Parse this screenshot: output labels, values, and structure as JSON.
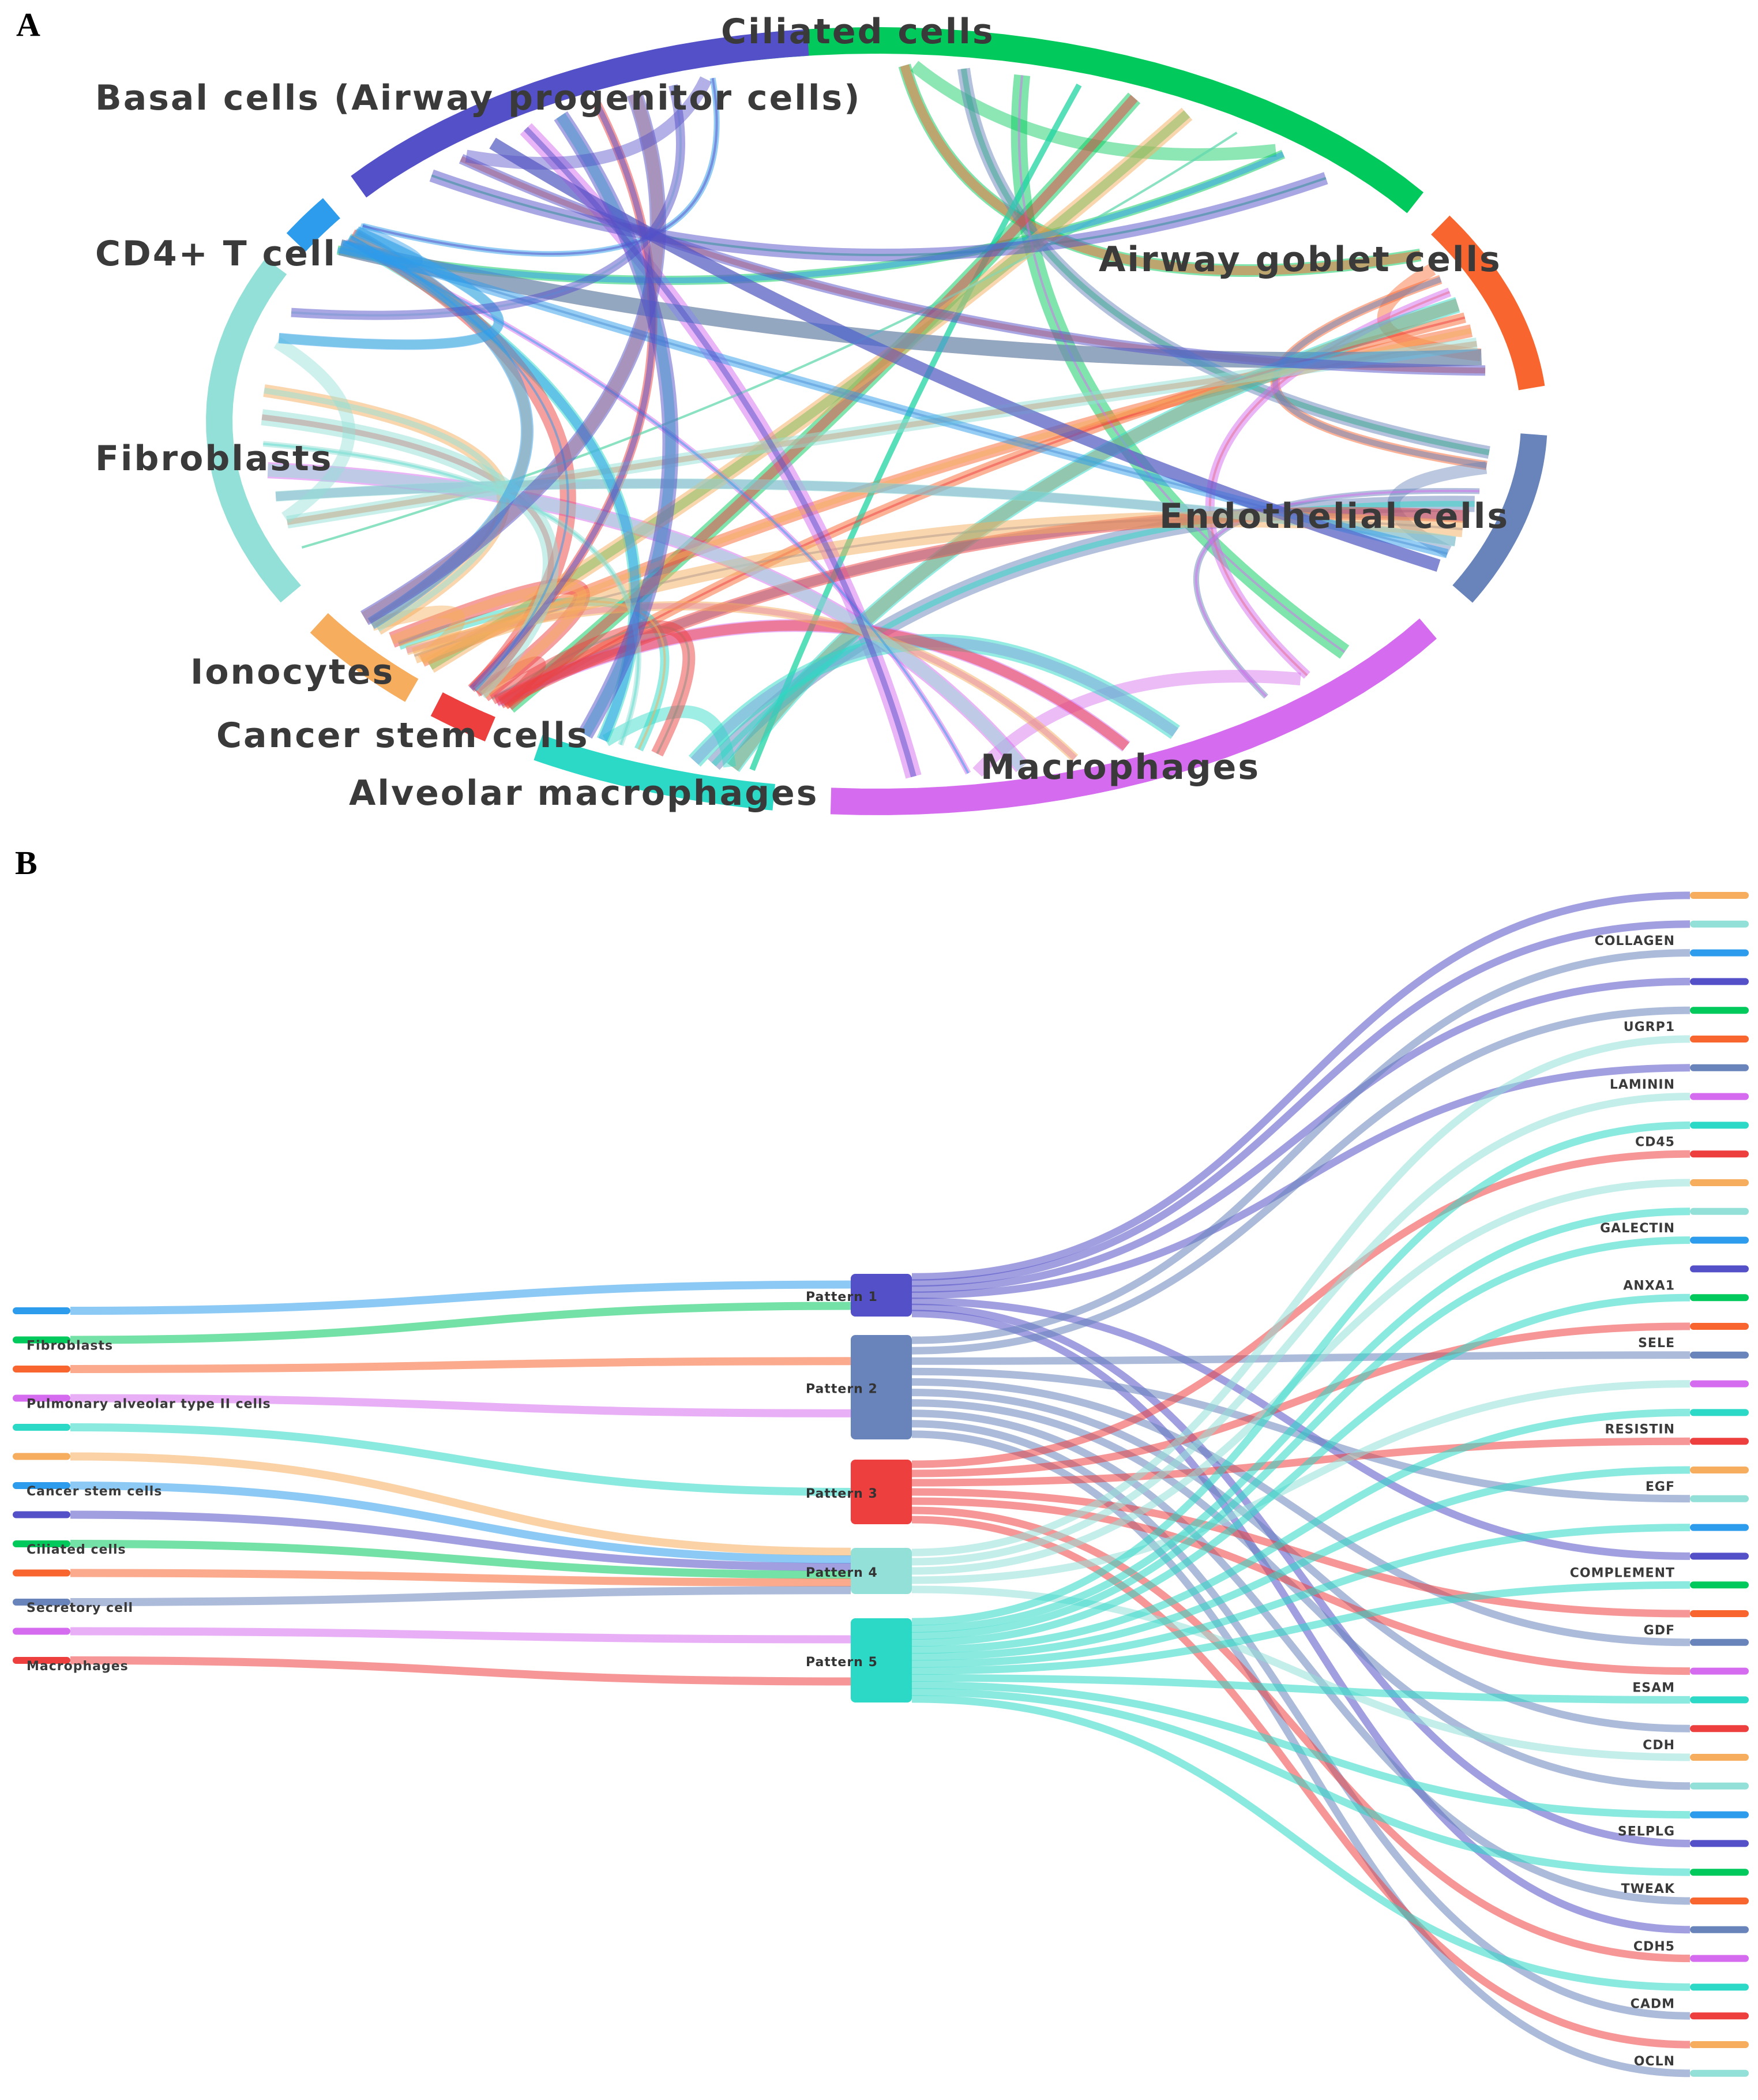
{
  "panels": {
    "a": "A",
    "b": "B"
  },
  "chord": {
    "groups": [
      {
        "label": "Ciliated cells",
        "color": "#02c95c"
      },
      {
        "label": "Airway goblet cells",
        "color": "#f8652f"
      },
      {
        "label": "Endothelial cells",
        "color": "#6884bb"
      },
      {
        "label": "Macrophages",
        "color": "#d56bee"
      },
      {
        "label": "Alveolar macrophages",
        "color": "#2bd9c6"
      },
      {
        "label": "Cancer stem cells",
        "color": "#ee3f3f"
      },
      {
        "label": "Ionocytes",
        "color": "#f6ad5d"
      },
      {
        "label": "Fibroblasts",
        "color": "#93e0d8"
      },
      {
        "label": "CD4+ T cell",
        "color": "#2d9cec"
      },
      {
        "label": "Basal cells (Airway progenitor cells)",
        "color": "#5450c7"
      }
    ]
  },
  "sankey": {
    "sources": [
      {
        "label": "",
        "color": "#2d9cec"
      },
      {
        "label": "Fibroblasts",
        "color": "#02c95c"
      },
      {
        "label": "",
        "color": "#f8652f"
      },
      {
        "label": "Pulmonary alveolar type II cells",
        "color": "#d56bee"
      },
      {
        "label": "",
        "color": "#2bd9c6"
      },
      {
        "label": "",
        "color": "#f6ad5d"
      },
      {
        "label": "Cancer stem cells",
        "color": "#2d9cec"
      },
      {
        "label": "",
        "color": "#5450c7"
      },
      {
        "label": "Ciliated cells",
        "color": "#02c95c"
      },
      {
        "label": "",
        "color": "#f8652f"
      },
      {
        "label": "Secretory cell",
        "color": "#6884bb"
      },
      {
        "label": "",
        "color": "#d56bee"
      },
      {
        "label": "Macrophages",
        "color": "#ee3f3f"
      }
    ],
    "patterns": [
      {
        "label": "Pattern 1",
        "color": "#5450c7"
      },
      {
        "label": "Pattern 2",
        "color": "#6884bb"
      },
      {
        "label": "Pattern 3",
        "color": "#ee3f3f"
      },
      {
        "label": "Pattern 4",
        "color": "#93e0d8"
      },
      {
        "label": "Pattern 5",
        "color": "#2bd9c6"
      }
    ],
    "targets": [
      {
        "label": "",
        "color": "#f6ad5d"
      },
      {
        "label": "COLLAGEN",
        "color": "#93e0d8"
      },
      {
        "label": "",
        "color": "#2d9cec"
      },
      {
        "label": "",
        "color": "#5450c7"
      },
      {
        "label": "UGRP1",
        "color": "#02c95c"
      },
      {
        "label": "",
        "color": "#f8652f"
      },
      {
        "label": "LAMININ",
        "color": "#6884bb"
      },
      {
        "label": "",
        "color": "#d56bee"
      },
      {
        "label": "CD45",
        "color": "#2bd9c6"
      },
      {
        "label": "",
        "color": "#ee3f3f"
      },
      {
        "label": "",
        "color": "#f6ad5d"
      },
      {
        "label": "GALECTIN",
        "color": "#93e0d8"
      },
      {
        "label": "",
        "color": "#2d9cec"
      },
      {
        "label": "ANXA1",
        "color": "#5450c7"
      },
      {
        "label": "",
        "color": "#02c95c"
      },
      {
        "label": "SELE",
        "color": "#f8652f"
      },
      {
        "label": "",
        "color": "#6884bb"
      },
      {
        "label": "",
        "color": "#d56bee"
      },
      {
        "label": "RESISTIN",
        "color": "#2bd9c6"
      },
      {
        "label": "",
        "color": "#ee3f3f"
      },
      {
        "label": "EGF",
        "color": "#f6ad5d"
      },
      {
        "label": "",
        "color": "#93e0d8"
      },
      {
        "label": "",
        "color": "#2d9cec"
      },
      {
        "label": "COMPLEMENT",
        "color": "#5450c7"
      },
      {
        "label": "",
        "color": "#02c95c"
      },
      {
        "label": "GDF",
        "color": "#f8652f"
      },
      {
        "label": "",
        "color": "#6884bb"
      },
      {
        "label": "ESAM",
        "color": "#d56bee"
      },
      {
        "label": "",
        "color": "#2bd9c6"
      },
      {
        "label": "CDH",
        "color": "#ee3f3f"
      },
      {
        "label": "",
        "color": "#f6ad5d"
      },
      {
        "label": "",
        "color": "#93e0d8"
      },
      {
        "label": "SELPLG",
        "color": "#2d9cec"
      },
      {
        "label": "",
        "color": "#5450c7"
      },
      {
        "label": "TWEAK",
        "color": "#02c95c"
      },
      {
        "label": "",
        "color": "#f8652f"
      },
      {
        "label": "CDH5",
        "color": "#6884bb"
      },
      {
        "label": "",
        "color": "#d56bee"
      },
      {
        "label": "CADM",
        "color": "#2bd9c6"
      },
      {
        "label": "",
        "color": "#ee3f3f"
      },
      {
        "label": "OCLN",
        "color": "#f6ad5d"
      },
      {
        "label": "",
        "color": "#93e0d8"
      }
    ],
    "source_links": [
      [
        0,
        0
      ],
      [
        1,
        0
      ],
      [
        2,
        1
      ],
      [
        3,
        1
      ],
      [
        4,
        2
      ],
      [
        5,
        3
      ],
      [
        6,
        3
      ],
      [
        7,
        3
      ],
      [
        8,
        3
      ],
      [
        9,
        3
      ],
      [
        10,
        3
      ],
      [
        11,
        4
      ],
      [
        12,
        4
      ]
    ],
    "target_links": [
      [
        0,
        0
      ],
      [
        0,
        1
      ],
      [
        0,
        3
      ],
      [
        0,
        6
      ],
      [
        0,
        23
      ],
      [
        0,
        33
      ],
      [
        0,
        36
      ],
      [
        1,
        2
      ],
      [
        1,
        4
      ],
      [
        1,
        16
      ],
      [
        1,
        21
      ],
      [
        1,
        26
      ],
      [
        1,
        29
      ],
      [
        1,
        31
      ],
      [
        1,
        35
      ],
      [
        1,
        39
      ],
      [
        1,
        41
      ],
      [
        2,
        9
      ],
      [
        2,
        15
      ],
      [
        2,
        19
      ],
      [
        2,
        25
      ],
      [
        2,
        27
      ],
      [
        2,
        37
      ],
      [
        2,
        40
      ],
      [
        3,
        5
      ],
      [
        3,
        7
      ],
      [
        3,
        10
      ],
      [
        3,
        17
      ],
      [
        3,
        30
      ],
      [
        4,
        8
      ],
      [
        4,
        11
      ],
      [
        4,
        12
      ],
      [
        4,
        14
      ],
      [
        4,
        18
      ],
      [
        4,
        20
      ],
      [
        4,
        22
      ],
      [
        4,
        24
      ],
      [
        4,
        28
      ],
      [
        4,
        32
      ],
      [
        4,
        34
      ],
      [
        4,
        38
      ]
    ]
  }
}
